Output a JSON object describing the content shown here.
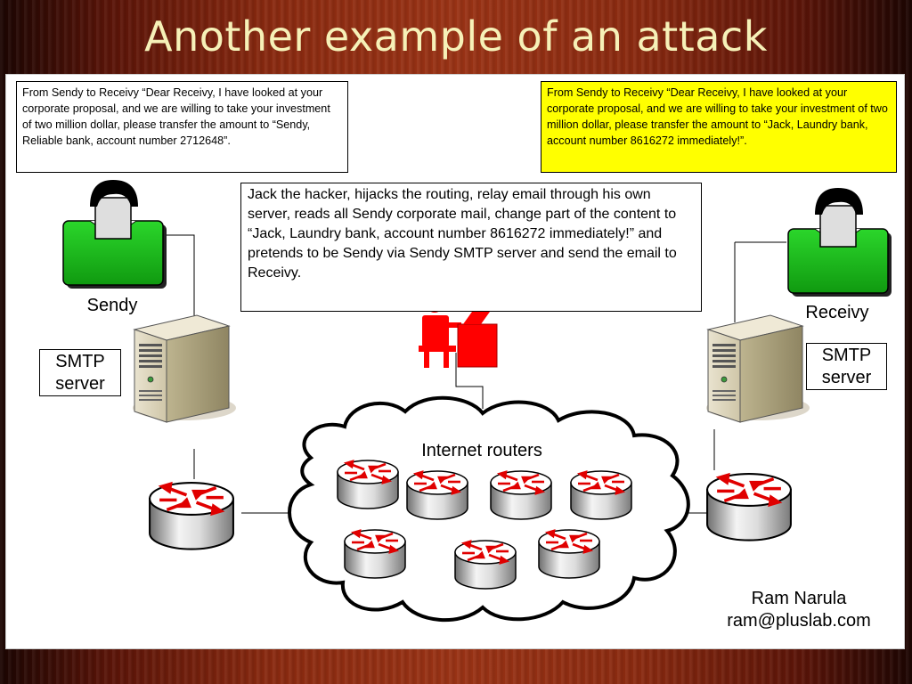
{
  "slide": {
    "title": "Another example of an attack"
  },
  "emails": {
    "original": "From Sendy to Receivy “Dear Receivy, I have looked at your corporate proposal, and we are willing to take your investment of two million dollar, please transfer the amount to “Sendy, Reliable bank, account number 2712648”.",
    "tampered": "From Sendy to Receivy “Dear Receivy, I have looked at your corporate proposal, and we are willing to take your investment of two million dollar, please transfer the amount to “Jack, Laundry bank, account number 8616272 immediately!”."
  },
  "hacker": {
    "description": "Jack the hacker, hijacks the routing, relay email through his own server, reads all Sendy corporate mail, change part of the content to “Jack, Laundry bank, account number 8616272 immediately!” and pretends to be Sendy via Sendy SMTP server and send the email to Receivy."
  },
  "nodes": {
    "sendy_label": "Sendy",
    "receivy_label": "Receivy",
    "smtp_left_line1": "SMTP",
    "smtp_left_line2": "server",
    "smtp_right_line1": "SMTP",
    "smtp_right_line2": "server",
    "cloud_label": "Internet routers"
  },
  "author": {
    "name": "Ram Narula",
    "email": "ram@pluslab.com"
  },
  "colors": {
    "title_text": "#f6f1b8",
    "background": "#8a2a10",
    "person_shirt": "#1db41d",
    "hacker": "#ff0000",
    "highlight_box": "#ffff00",
    "router_arrows": "#e00000"
  }
}
